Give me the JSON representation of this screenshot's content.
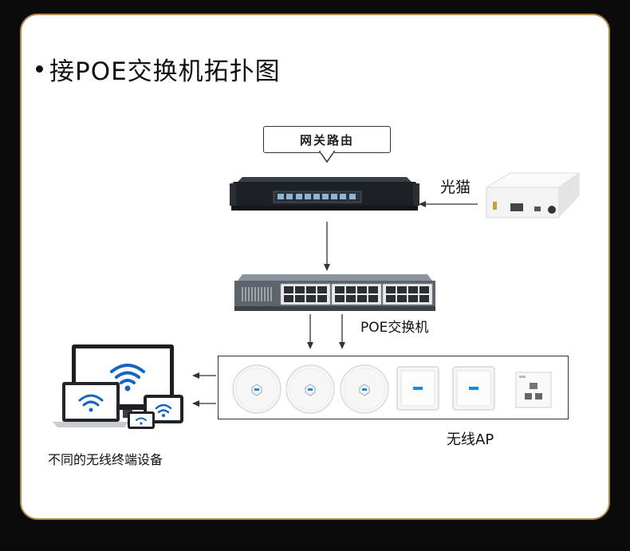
{
  "title": "接POE交换机拓扑图",
  "nodes": {
    "gateway": "网关路由",
    "modem": "光猫",
    "poe_switch": "POE交换机",
    "wireless_ap": "无线AP",
    "terminals": "不同的无线终端设备"
  },
  "colors": {
    "background": "#0b0b0b",
    "card": "#ffffff",
    "card_border": "#b08a45",
    "wifi_blue": "#1565c0",
    "arrow": "#333333"
  }
}
